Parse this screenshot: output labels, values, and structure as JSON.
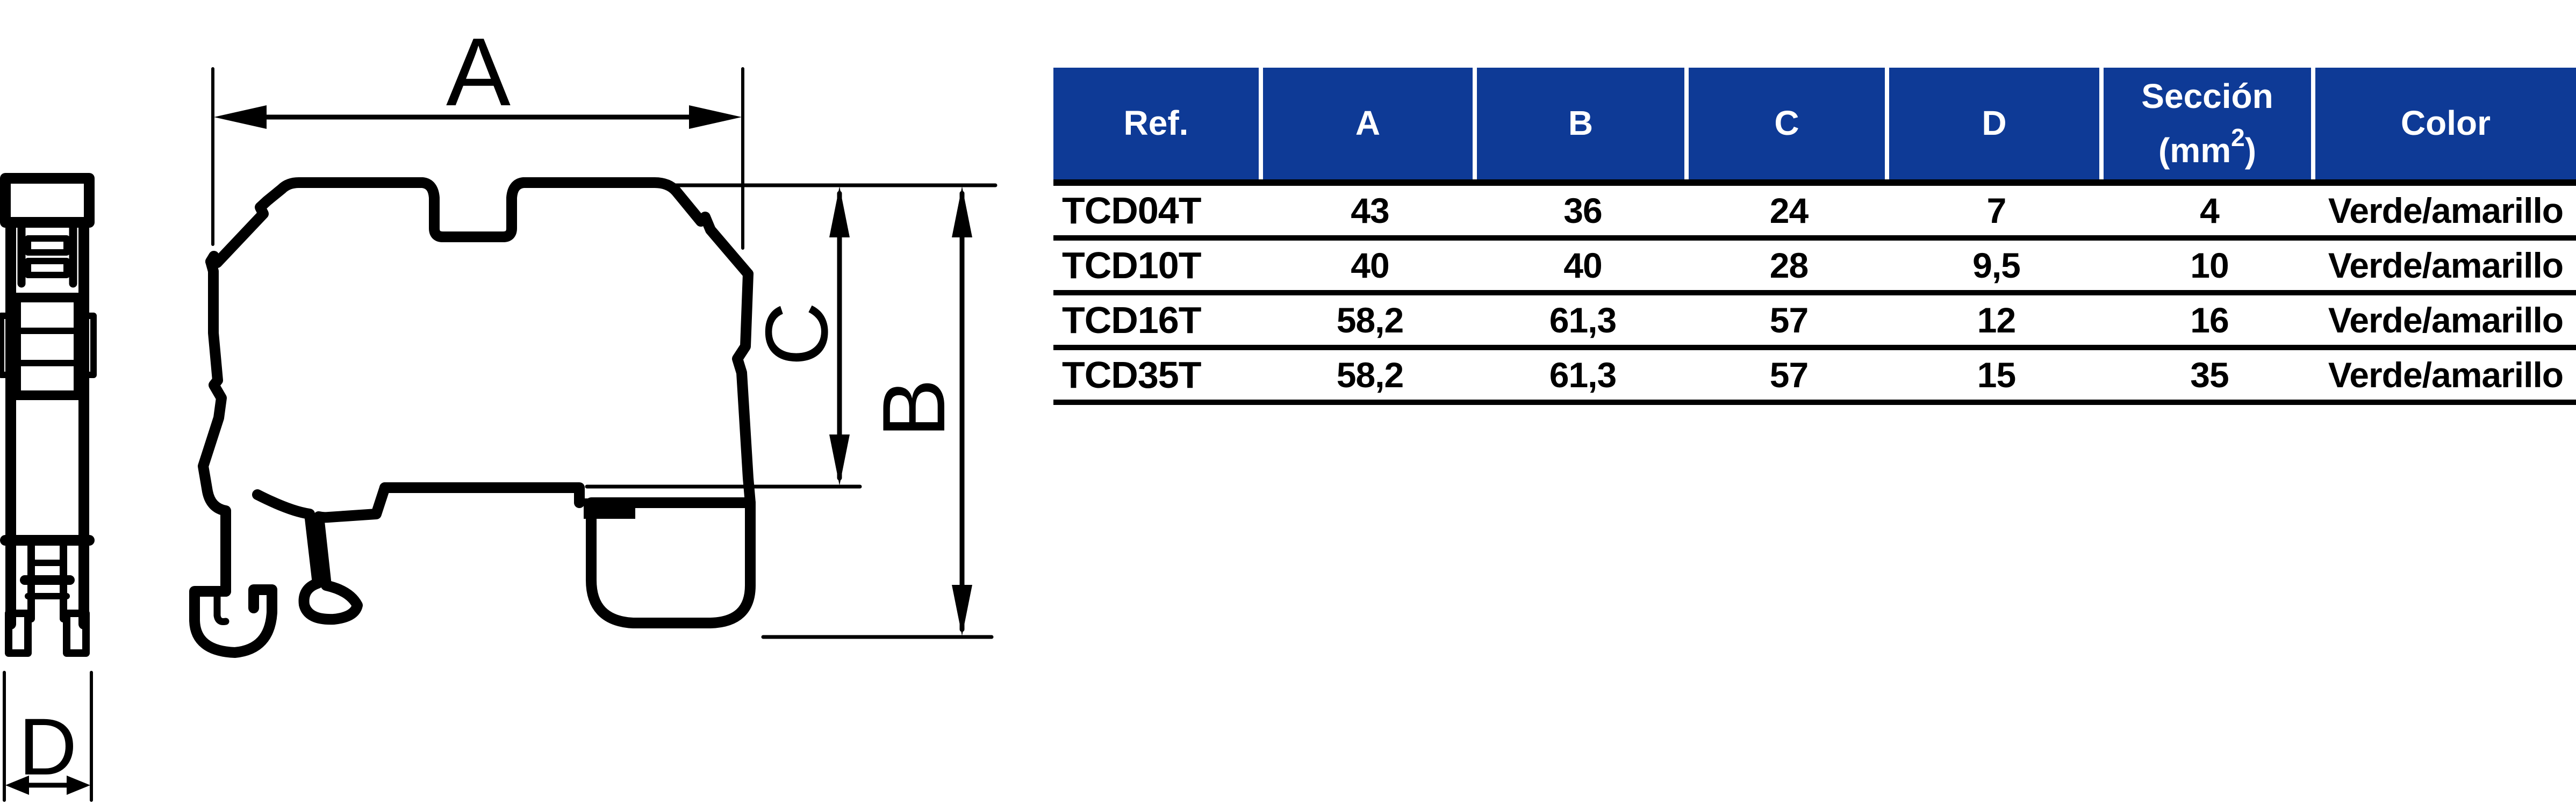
{
  "diagram": {
    "dimension_labels": {
      "a": "A",
      "b": "B",
      "c": "C",
      "d": "D"
    },
    "views": {
      "front_view": "terminal-block-front-elevation",
      "side_view": "terminal-block-side-profile"
    }
  },
  "table": {
    "columns": [
      {
        "key": "ref",
        "label": "Ref."
      },
      {
        "key": "a",
        "label": "A"
      },
      {
        "key": "b",
        "label": "B"
      },
      {
        "key": "c",
        "label": "C"
      },
      {
        "key": "d",
        "label": "D"
      },
      {
        "key": "seccion",
        "label_line1": "Sección",
        "label_line2_pre": "(mm",
        "label_sup": "2",
        "label_line2_post": ")"
      },
      {
        "key": "color",
        "label": "Color"
      }
    ],
    "rows": [
      {
        "ref": "TCD04T",
        "a": "43",
        "b": "36",
        "c": "24",
        "d": "7",
        "seccion": "4",
        "color": "Verde/amarillo"
      },
      {
        "ref": "TCD10T",
        "a": "40",
        "b": "40",
        "c": "28",
        "d": "9,5",
        "seccion": "10",
        "color": "Verde/amarillo"
      },
      {
        "ref": "TCD16T",
        "a": "58,2",
        "b": "61,3",
        "c": "57",
        "d": "12",
        "seccion": "16",
        "color": "Verde/amarillo"
      },
      {
        "ref": "TCD35T",
        "a": "58,2",
        "b": "61,3",
        "c": "57",
        "d": "15",
        "seccion": "35",
        "color": "Verde/amarillo"
      }
    ]
  },
  "colors": {
    "header_bg": "#0e3a96",
    "header_text": "#ffffff",
    "line_color": "#000000",
    "page_bg": "#ffffff"
  }
}
